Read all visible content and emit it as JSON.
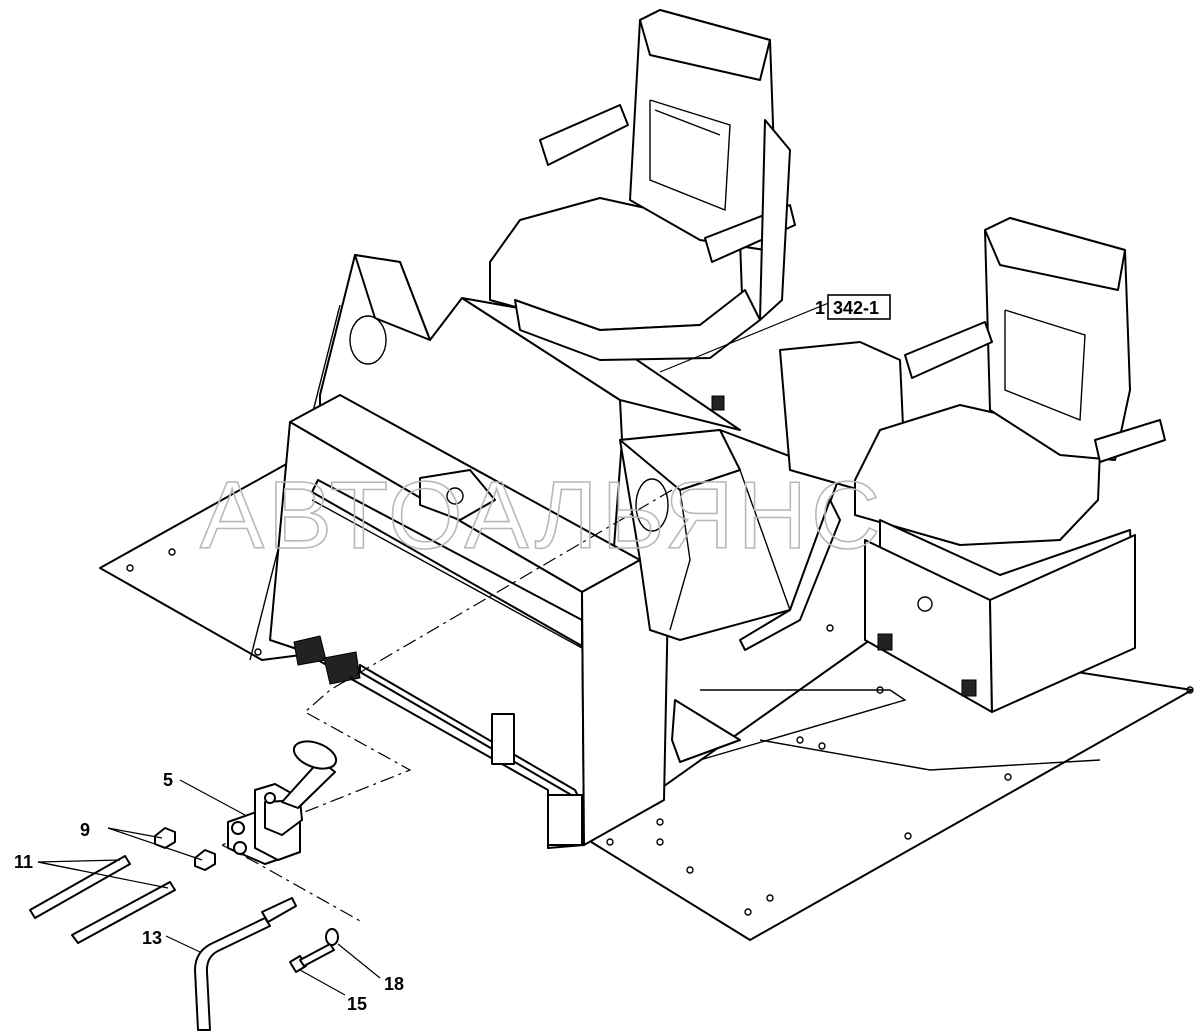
{
  "watermark": "АВТОАЛЬЯНС",
  "reference": {
    "label": "342-1"
  },
  "callouts": [
    {
      "id": "c1",
      "text": "1"
    },
    {
      "id": "c5",
      "text": "5"
    },
    {
      "id": "c9",
      "text": "9"
    },
    {
      "id": "c11",
      "text": "11"
    },
    {
      "id": "c13",
      "text": "13"
    },
    {
      "id": "c15",
      "text": "15"
    },
    {
      "id": "c18",
      "text": "18"
    }
  ]
}
